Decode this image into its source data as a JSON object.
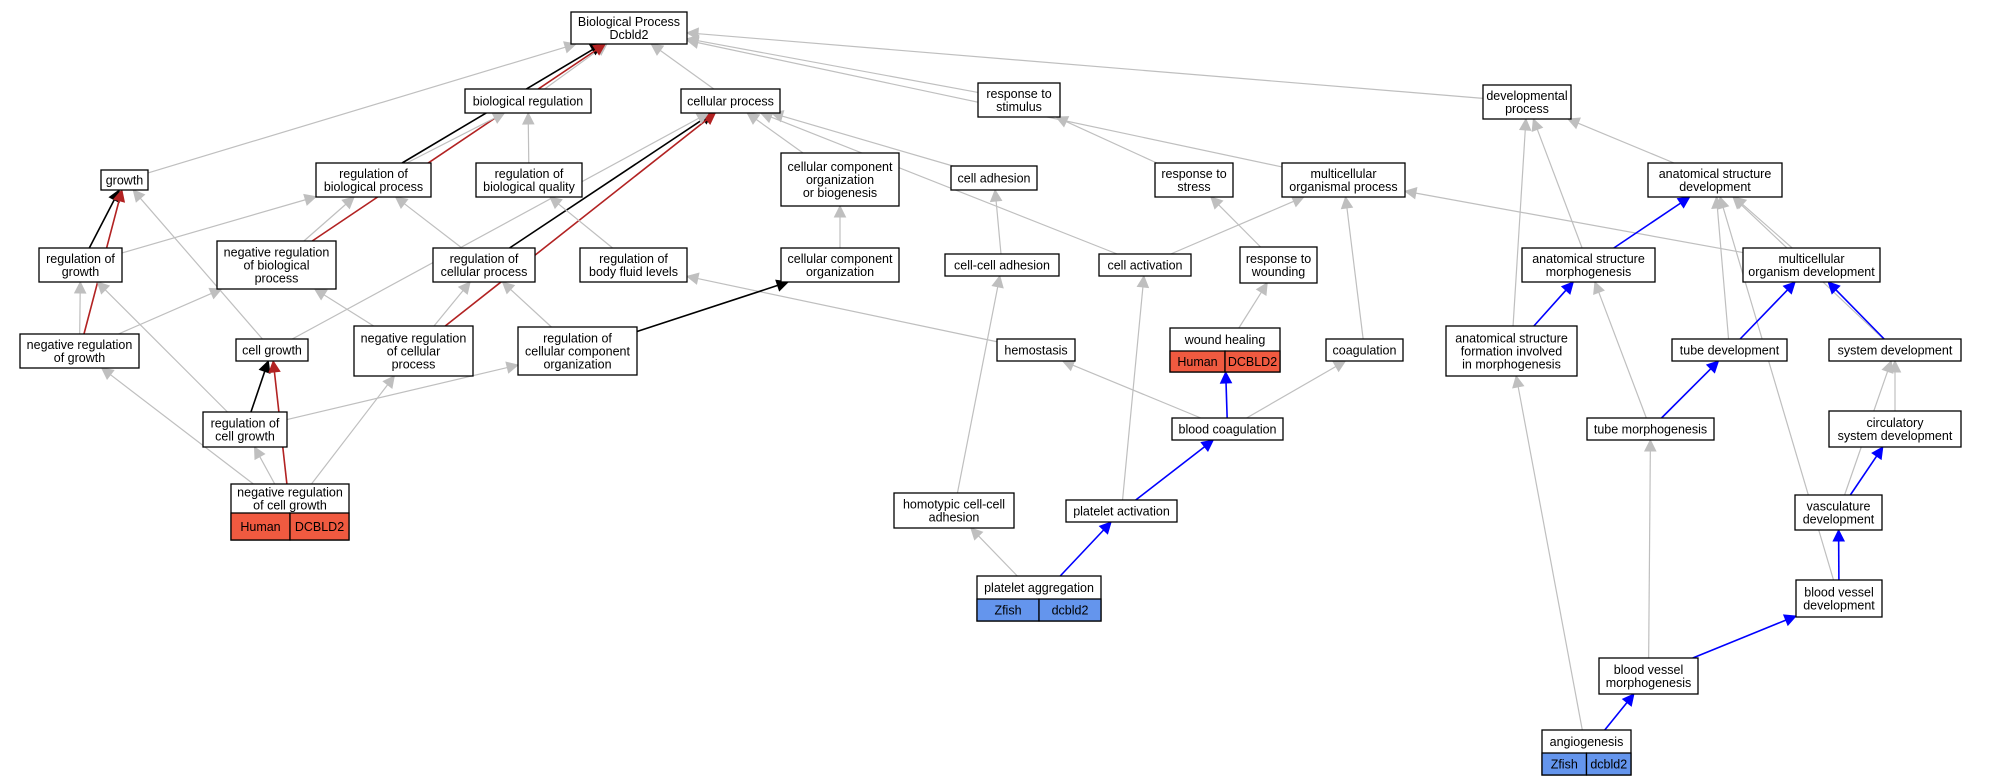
{
  "colors": {
    "gray": "#bfbfbf",
    "black": "#000000",
    "red": "#b22222",
    "blue": "#0000ff",
    "human": "#f05a40",
    "zfish": "#6495ed"
  },
  "nodes": [
    {
      "id": "bp",
      "lines": [
        "Biological Process",
        "Dcbld2"
      ]
    },
    {
      "id": "breg",
      "lines": [
        "biological regulation"
      ]
    },
    {
      "id": "cp",
      "lines": [
        "cellular process"
      ]
    },
    {
      "id": "rts",
      "lines": [
        "response to",
        "stimulus"
      ]
    },
    {
      "id": "dp",
      "lines": [
        "developmental",
        "process"
      ]
    },
    {
      "id": "growth",
      "lines": [
        "growth"
      ]
    },
    {
      "id": "rbp",
      "lines": [
        "regulation of",
        "biological process"
      ]
    },
    {
      "id": "rbq",
      "lines": [
        "regulation of",
        "biological quality"
      ]
    },
    {
      "id": "ccob",
      "lines": [
        "cellular component",
        "organization",
        "or biogenesis"
      ]
    },
    {
      "id": "cadh",
      "lines": [
        "cell adhesion"
      ]
    },
    {
      "id": "rtstress",
      "lines": [
        "response to",
        "stress"
      ]
    },
    {
      "id": "mop",
      "lines": [
        "multicellular",
        "organismal process"
      ]
    },
    {
      "id": "asd",
      "lines": [
        "anatomical structure",
        "development"
      ]
    },
    {
      "id": "rog",
      "lines": [
        "regulation of",
        "growth"
      ]
    },
    {
      "id": "nrbp",
      "lines": [
        "negative regulation",
        "of biological",
        "process"
      ]
    },
    {
      "id": "rcp",
      "lines": [
        "regulation of",
        "cellular process"
      ]
    },
    {
      "id": "rbfl",
      "lines": [
        "regulation of",
        "body fluid levels"
      ]
    },
    {
      "id": "cco",
      "lines": [
        "cellular component",
        "organization"
      ]
    },
    {
      "id": "ccadh",
      "lines": [
        "cell-cell adhesion"
      ]
    },
    {
      "id": "cact",
      "lines": [
        "cell activation"
      ]
    },
    {
      "id": "rtw",
      "lines": [
        "response to",
        "wounding"
      ]
    },
    {
      "id": "asm",
      "lines": [
        "anatomical structure",
        "morphogenesis"
      ]
    },
    {
      "id": "mod",
      "lines": [
        "multicellular",
        "organism development"
      ]
    },
    {
      "id": "nrog",
      "lines": [
        "negative regulation",
        "of growth"
      ]
    },
    {
      "id": "cg",
      "lines": [
        "cell growth"
      ]
    },
    {
      "id": "nrcp",
      "lines": [
        "negative regulation",
        "of cellular",
        "process"
      ]
    },
    {
      "id": "rcco",
      "lines": [
        "regulation of",
        "cellular component",
        "organization"
      ]
    },
    {
      "id": "hemo",
      "lines": [
        "hemostasis"
      ]
    },
    {
      "id": "wh",
      "lines": [
        "wound healing"
      ],
      "badge": {
        "species": "Human",
        "gene": "DCBLD2",
        "kind": "human"
      }
    },
    {
      "id": "coag",
      "lines": [
        "coagulation"
      ]
    },
    {
      "id": "asf",
      "lines": [
        "anatomical structure",
        "formation involved",
        "in morphogenesis"
      ]
    },
    {
      "id": "td",
      "lines": [
        "tube development"
      ]
    },
    {
      "id": "sd",
      "lines": [
        "system development"
      ]
    },
    {
      "id": "rcg",
      "lines": [
        "regulation of",
        "cell growth"
      ]
    },
    {
      "id": "bc",
      "lines": [
        "blood coagulation"
      ]
    },
    {
      "id": "tm",
      "lines": [
        "tube morphogenesis"
      ]
    },
    {
      "id": "csd",
      "lines": [
        "circulatory",
        "system development"
      ]
    },
    {
      "id": "nrcg",
      "lines": [
        "negative regulation",
        "of cell growth"
      ],
      "badge": {
        "species": "Human",
        "gene": "DCBLD2",
        "kind": "human"
      }
    },
    {
      "id": "hcca",
      "lines": [
        "homotypic cell-cell",
        "adhesion"
      ]
    },
    {
      "id": "pact",
      "lines": [
        "platelet activation"
      ]
    },
    {
      "id": "vd",
      "lines": [
        "vasculature",
        "development"
      ]
    },
    {
      "id": "pagg",
      "lines": [
        "platelet aggregation"
      ],
      "badge": {
        "species": "Zfish",
        "gene": "dcbld2",
        "kind": "zfish"
      }
    },
    {
      "id": "bvd",
      "lines": [
        "blood vessel",
        "development"
      ]
    },
    {
      "id": "bvm",
      "lines": [
        "blood vessel",
        "morphogenesis"
      ]
    },
    {
      "id": "ang",
      "lines": [
        "angiogenesis"
      ],
      "badge": {
        "species": "Zfish",
        "gene": "dcbld2",
        "kind": "zfish"
      }
    }
  ],
  "edges": [
    {
      "from": "breg",
      "to": "bp",
      "color": "gray"
    },
    {
      "from": "cp",
      "to": "bp",
      "color": "gray"
    },
    {
      "from": "rts",
      "to": "bp",
      "color": "gray"
    },
    {
      "from": "dp",
      "to": "bp",
      "color": "gray"
    },
    {
      "from": "growth",
      "to": "bp",
      "color": "gray"
    },
    {
      "from": "rbp",
      "to": "bp",
      "color": "black"
    },
    {
      "from": "nrbp",
      "to": "bp",
      "color": "red"
    },
    {
      "from": "mop",
      "to": "bp",
      "color": "gray"
    },
    {
      "from": "rbp",
      "to": "breg",
      "color": "gray"
    },
    {
      "from": "rbq",
      "to": "breg",
      "color": "gray"
    },
    {
      "from": "ccob",
      "to": "cp",
      "color": "gray"
    },
    {
      "from": "cadh",
      "to": "cp",
      "color": "gray"
    },
    {
      "from": "cact",
      "to": "cp",
      "color": "gray"
    },
    {
      "from": "rcp",
      "to": "cp",
      "color": "black"
    },
    {
      "from": "nrcp",
      "to": "cp",
      "color": "red"
    },
    {
      "from": "cg",
      "to": "cp",
      "color": "gray"
    },
    {
      "from": "rtstress",
      "to": "rts",
      "color": "gray"
    },
    {
      "from": "asd",
      "to": "dp",
      "color": "gray"
    },
    {
      "from": "asm",
      "to": "dp",
      "color": "gray"
    },
    {
      "from": "asf",
      "to": "dp",
      "color": "gray"
    },
    {
      "from": "rog",
      "to": "growth",
      "color": "black"
    },
    {
      "from": "nrog",
      "to": "growth",
      "color": "red"
    },
    {
      "from": "cg",
      "to": "growth",
      "color": "gray"
    },
    {
      "from": "rog",
      "to": "rbp",
      "color": "gray"
    },
    {
      "from": "nrbp",
      "to": "rbp",
      "color": "gray"
    },
    {
      "from": "rcp",
      "to": "rbp",
      "color": "gray"
    },
    {
      "from": "rbfl",
      "to": "rbq",
      "color": "gray"
    },
    {
      "from": "cco",
      "to": "ccob",
      "color": "gray"
    },
    {
      "from": "ccadh",
      "to": "cadh",
      "color": "gray"
    },
    {
      "from": "rtw",
      "to": "rtstress",
      "color": "gray"
    },
    {
      "from": "cact",
      "to": "mop",
      "color": "gray"
    },
    {
      "from": "coag",
      "to": "mop",
      "color": "gray"
    },
    {
      "from": "mod",
      "to": "mop",
      "color": "gray"
    },
    {
      "from": "asm",
      "to": "asd",
      "color": "blue"
    },
    {
      "from": "mod",
      "to": "asd",
      "color": "gray"
    },
    {
      "from": "td",
      "to": "asd",
      "color": "gray"
    },
    {
      "from": "sd",
      "to": "asd",
      "color": "gray"
    },
    {
      "from": "bvd",
      "to": "asd",
      "color": "gray"
    },
    {
      "from": "nrog",
      "to": "rog",
      "color": "gray"
    },
    {
      "from": "rcg",
      "to": "rog",
      "color": "gray"
    },
    {
      "from": "nrog",
      "to": "nrbp",
      "color": "gray"
    },
    {
      "from": "nrcp",
      "to": "nrbp",
      "color": "gray"
    },
    {
      "from": "nrcp",
      "to": "rcp",
      "color": "gray"
    },
    {
      "from": "rcco",
      "to": "rcp",
      "color": "gray"
    },
    {
      "from": "hemo",
      "to": "rbfl",
      "color": "gray"
    },
    {
      "from": "rcco",
      "to": "cco",
      "color": "black"
    },
    {
      "from": "hcca",
      "to": "ccadh",
      "color": "gray"
    },
    {
      "from": "pact",
      "to": "cact",
      "color": "gray"
    },
    {
      "from": "wh",
      "to": "rtw",
      "color": "gray"
    },
    {
      "from": "asf",
      "to": "asm",
      "color": "blue"
    },
    {
      "from": "tm",
      "to": "asm",
      "color": "gray"
    },
    {
      "from": "td",
      "to": "mod",
      "color": "blue"
    },
    {
      "from": "sd",
      "to": "mod",
      "color": "blue"
    },
    {
      "from": "nrcg",
      "to": "nrog",
      "color": "gray"
    },
    {
      "from": "rcg",
      "to": "cg",
      "color": "black"
    },
    {
      "from": "nrcg",
      "to": "cg",
      "color": "red"
    },
    {
      "from": "nrcg",
      "to": "nrcp",
      "color": "gray"
    },
    {
      "from": "rcg",
      "to": "rcco",
      "color": "gray"
    },
    {
      "from": "bc",
      "to": "hemo",
      "color": "gray"
    },
    {
      "from": "bc",
      "to": "wh",
      "color": "blue"
    },
    {
      "from": "bc",
      "to": "coag",
      "color": "gray"
    },
    {
      "from": "ang",
      "to": "asf",
      "color": "gray"
    },
    {
      "from": "tm",
      "to": "td",
      "color": "blue"
    },
    {
      "from": "csd",
      "to": "sd",
      "color": "gray"
    },
    {
      "from": "vd",
      "to": "sd",
      "color": "gray"
    },
    {
      "from": "nrcg",
      "to": "rcg",
      "color": "gray"
    },
    {
      "from": "pact",
      "to": "bc",
      "color": "blue"
    },
    {
      "from": "bvm",
      "to": "tm",
      "color": "gray"
    },
    {
      "from": "vd",
      "to": "csd",
      "color": "blue"
    },
    {
      "from": "pagg",
      "to": "hcca",
      "color": "gray"
    },
    {
      "from": "pagg",
      "to": "pact",
      "color": "blue"
    },
    {
      "from": "bvd",
      "to": "vd",
      "color": "blue"
    },
    {
      "from": "bvm",
      "to": "bvd",
      "color": "blue"
    },
    {
      "from": "ang",
      "to": "bvm",
      "color": "blue"
    }
  ]
}
